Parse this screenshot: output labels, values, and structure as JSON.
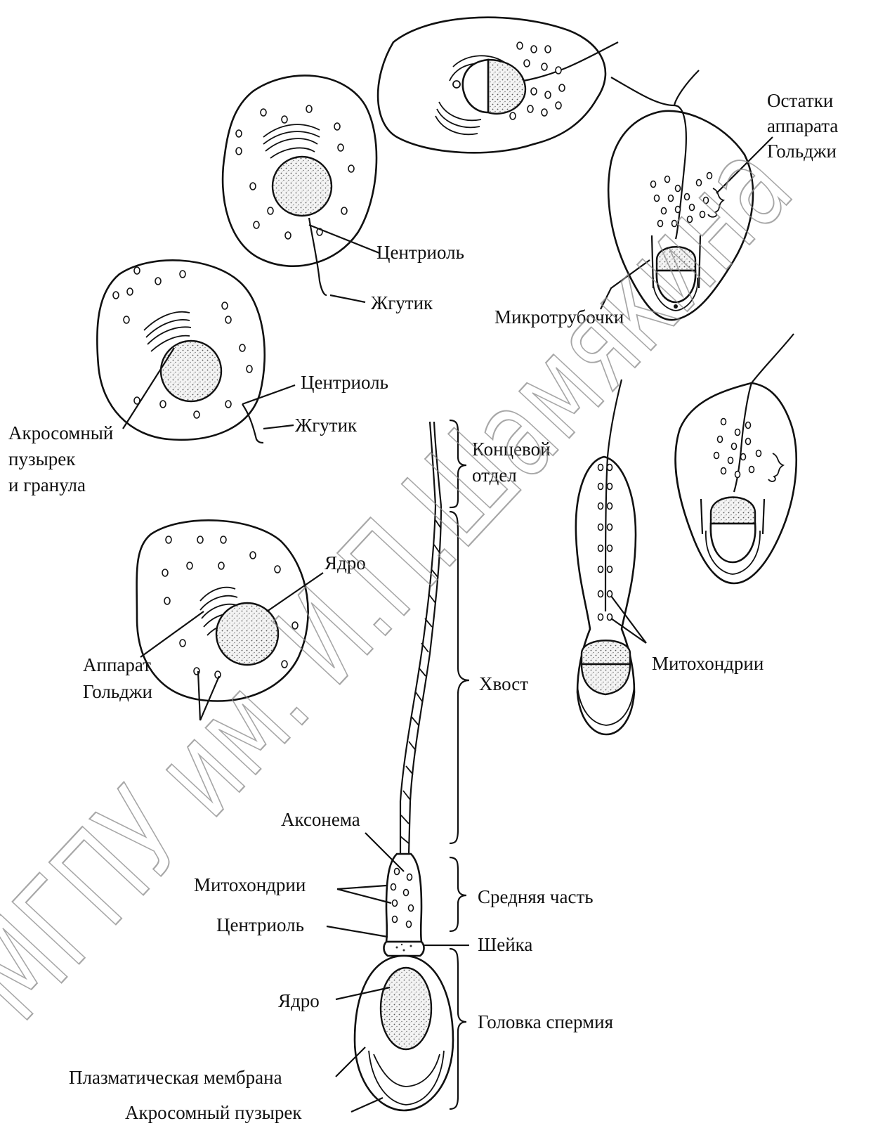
{
  "labels": {
    "golgi_remnants_1": "Остатки",
    "golgi_remnants_2": "аппарата",
    "golgi_remnants_3": "Гольджи",
    "centriole_a": "Центриоль",
    "flagellum_a": "Жгутик",
    "microtubules": "Микротрубочки",
    "centriole_b": "Центриоль",
    "flagellum_b": "Жгутик",
    "acrosome_vesicle_granule_1": "Акросомный",
    "acrosome_vesicle_granule_2": "пузырек",
    "acrosome_vesicle_granule_3": "и гранула",
    "end_piece_1": "Концевой",
    "end_piece_2": "отдел",
    "nucleus_a": "Ядро",
    "golgi_apparatus_1": "Аппарат",
    "golgi_apparatus_2": "Гольджи",
    "mitochondria_a": "Митохондрии",
    "tail": "Хвост",
    "axoneme": "Аксонема",
    "mitochondria_b": "Митохондрии",
    "middle_piece": "Средняя часть",
    "centriole_c": "Центриоль",
    "neck": "Шейка",
    "nucleus_b": "Ядро",
    "sperm_head": "Головка спермия",
    "plasma_membrane": "Плазматическая мембрана",
    "acrosome_vesicle": "Акросомный пузырек"
  },
  "watermark": "МГПУ им. И.П.Шамякина",
  "colors": {
    "ink": "#111111",
    "background": "#ffffff",
    "watermark": "#8a8a8a"
  }
}
